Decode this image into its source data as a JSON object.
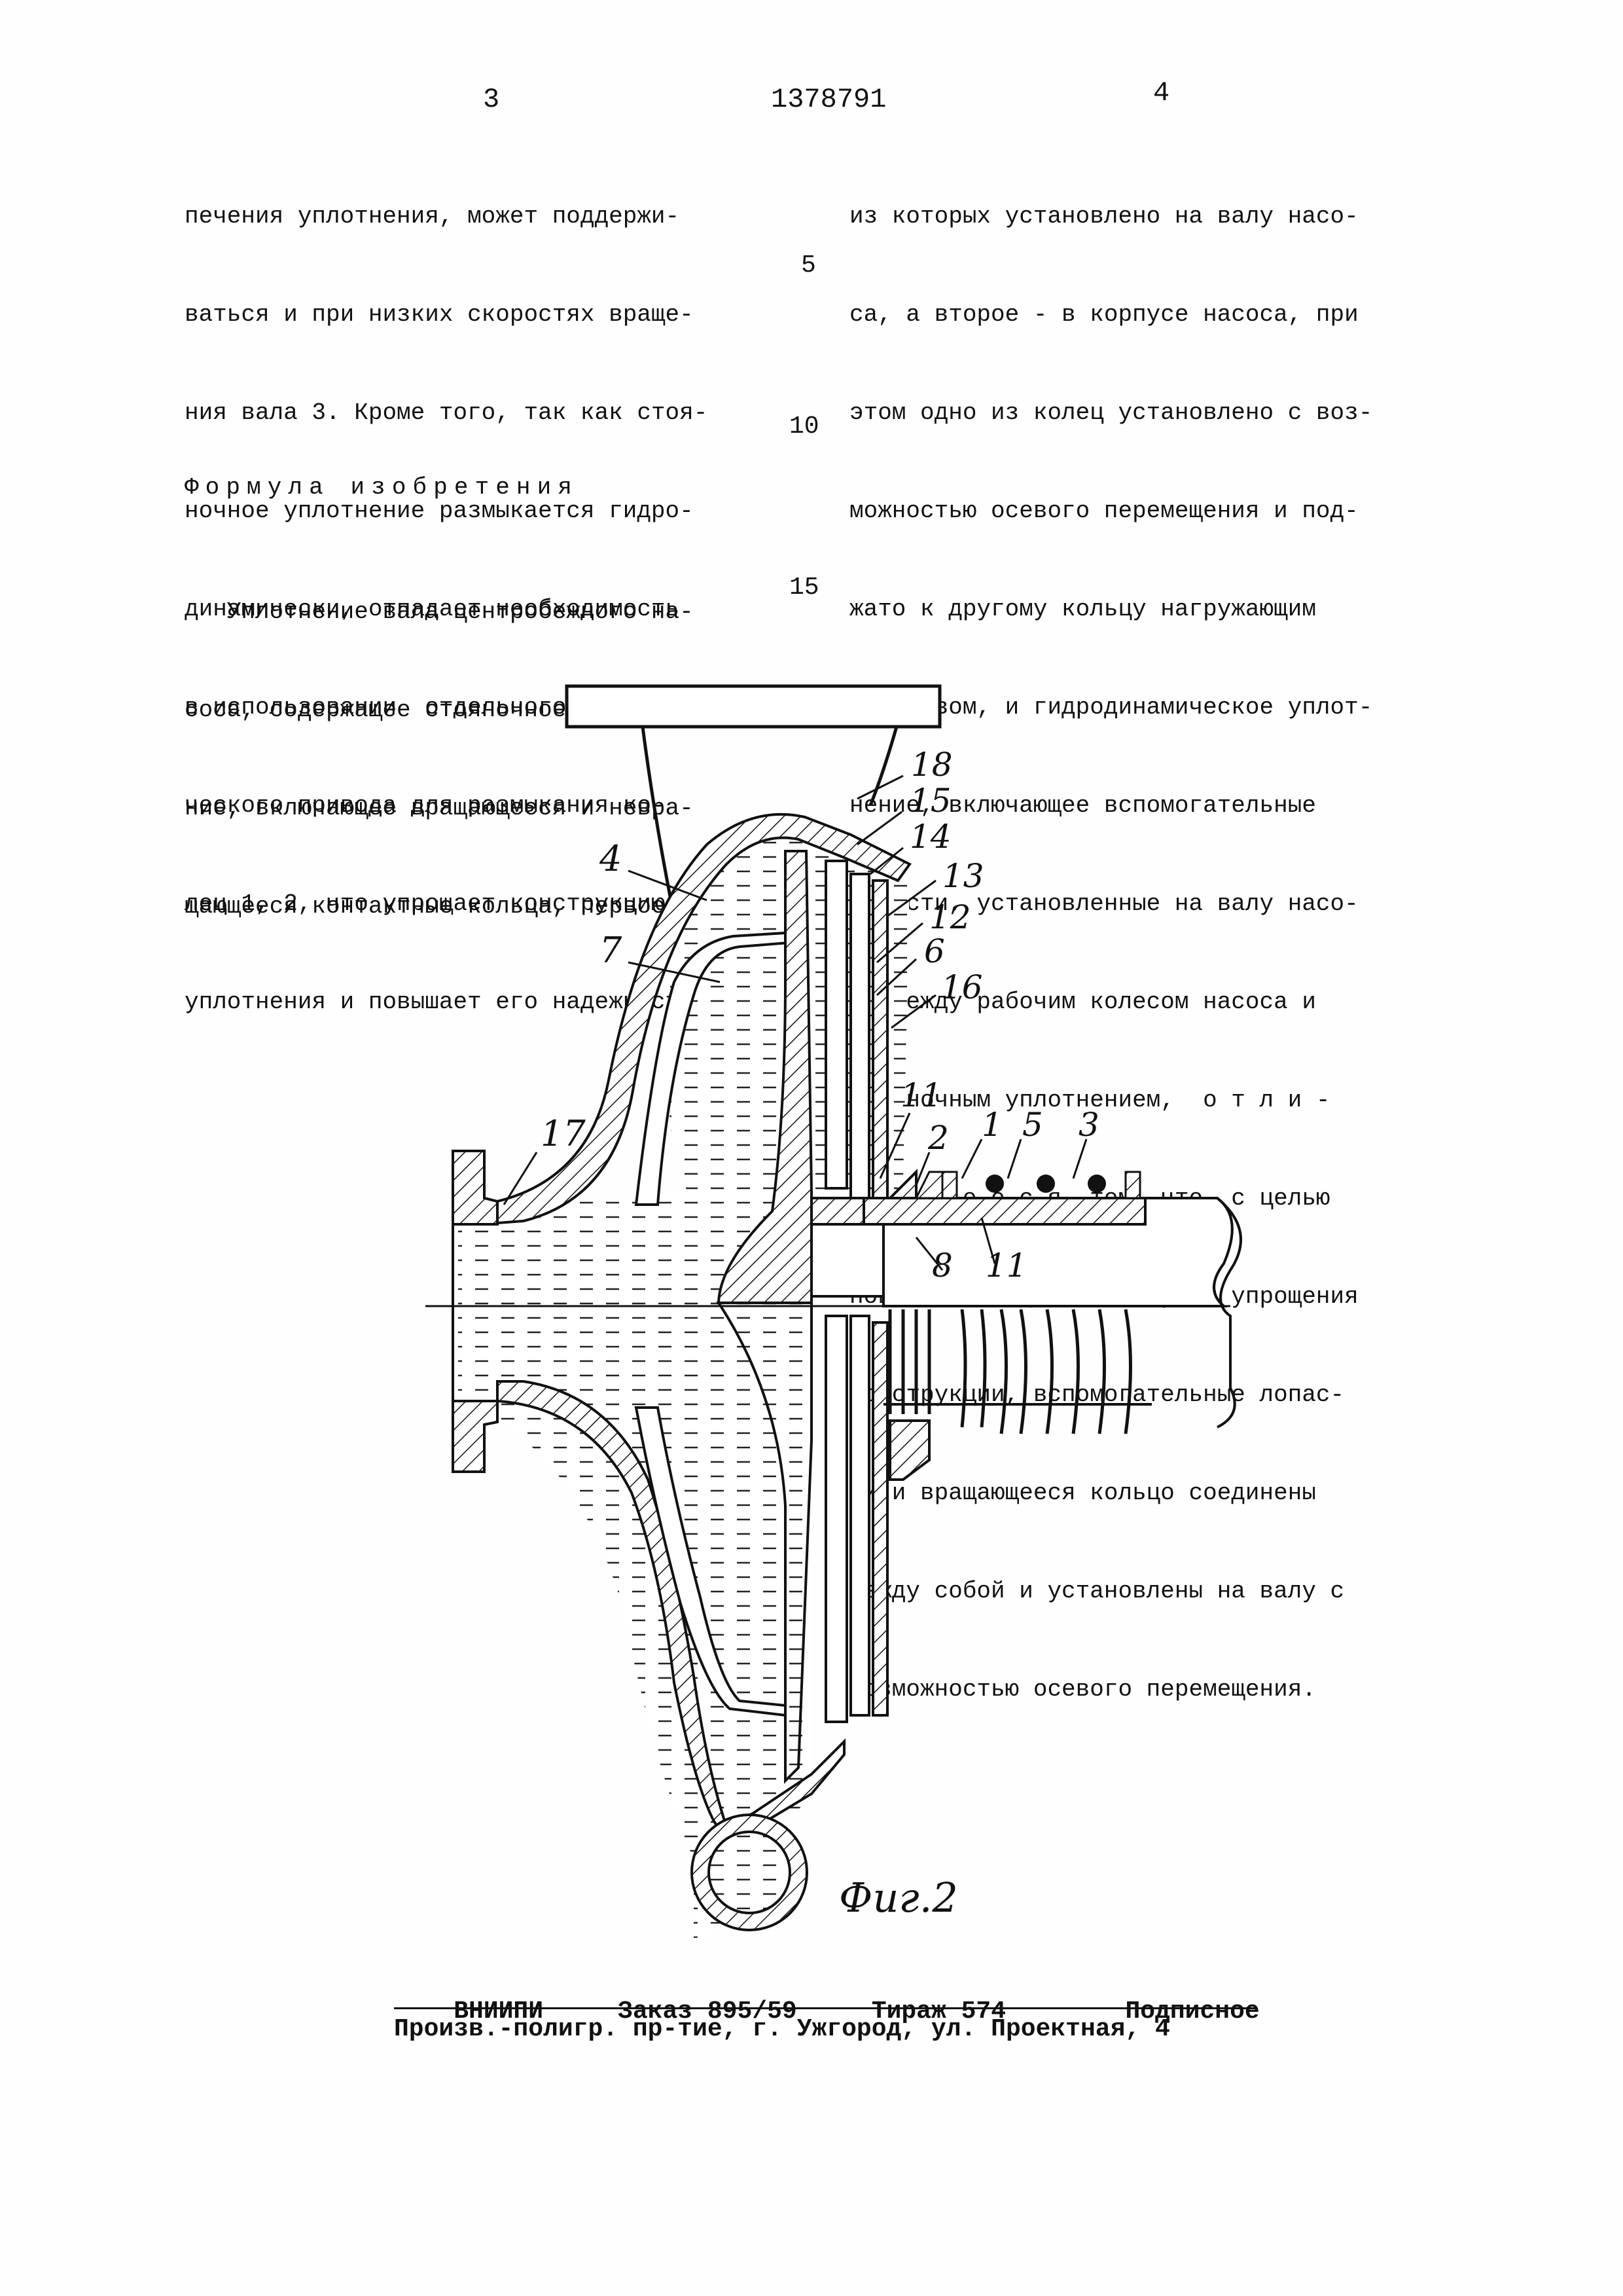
{
  "header": {
    "page_left": "3",
    "patent_number": "1378791",
    "page_right": "4"
  },
  "left_column": {
    "lines": [
      "печения уплотнения, может поддержи-",
      "ваться и при низких скоростях враще-",
      "ния вала 3. Кроме того, так как стоя-",
      "ночное уплотнение размыкается гидро-",
      "динамически, отпадает необходимость",
      "в использовании  отдельного механи-",
      "ческого привода для размыкания ко-",
      "лец 1, 2, что упрощает конструкцию",
      "уплотнения и повышает его надежность.",
      ""
    ],
    "claims_heading": "Формула изобретения",
    "claim_lines": [
      "   Уплотнение вала центробежного на-",
      "соса, содержащее стояночное уплотне-",
      "ние, включающее вращающееся и невра-",
      "щающееся контактные кольца, первое"
    ]
  },
  "line_numbers": [
    "5",
    "10",
    "15"
  ],
  "right_column": {
    "lines": [
      "из которых установлено на валу насо-",
      "са, а второе - в корпусе насоса, при",
      "этом одно из колец установлено с воз-",
      "можностью осевого перемещения и под-",
      "жато к другому кольцу нагружающим",
      "средством, и гидродинамическое уплот-",
      "нение, включающее вспомогательные",
      "лопасти, установленные на валу насо-",
      "са между рабочим колесом насоса и",
      "стояночным уплотнением,  о т л и -",
      "ч а ю щ е е с я  тем, что, с целью",
      "повышения надежности путем упрощения",
      "конструкции, вспомогательные лопас-",
      "ти и вращающееся кольцо соединены",
      "между собой и установлены на валу с"
    ]
  },
  "figure": {
    "caption": "Фиг.2",
    "labels": {
      "l18": "18",
      "l15": "15",
      "l14": "14",
      "l13": "13",
      "l12": "12",
      "l6": "6",
      "l16": "16",
      "l4": "4",
      "l7": "7",
      "l17": "17",
      "l11a": "11",
      "l2": "2",
      "l1": "1",
      "l5": "5",
      "l3": "3",
      "l8": "8",
      "l11b": "11"
    }
  },
  "footer": {
    "org": "ВНИИПИ",
    "order": "Заказ 895/59",
    "print_run": "Тираж 574",
    "subscription": "Подписное",
    "address": "Произв.-полигр. пр-тие, г. Ужгород, ул. Проектная, 4"
  }
}
